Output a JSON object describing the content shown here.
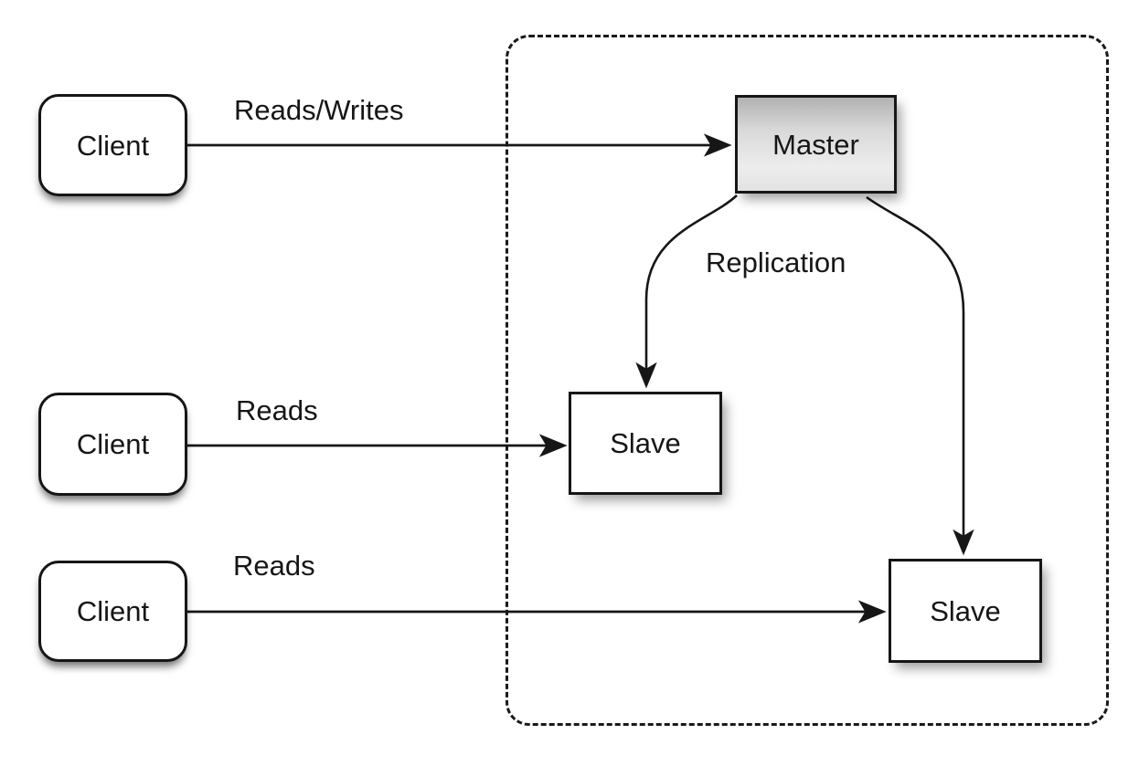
{
  "diagram": {
    "cluster": {
      "description": "dashed replication cluster boundary"
    },
    "nodes": {
      "clients": [
        {
          "label": "Client"
        },
        {
          "label": "Client"
        },
        {
          "label": "Client"
        }
      ],
      "master": {
        "label": "Master"
      },
      "slaves": [
        {
          "label": "Slave"
        },
        {
          "label": "Slave"
        }
      ]
    },
    "edges": {
      "client1_to_master": {
        "label": "Reads/Writes"
      },
      "client2_to_slave1": {
        "label": "Reads"
      },
      "client3_to_slave2": {
        "label": "Reads"
      },
      "replication": {
        "label": "Replication"
      }
    },
    "colors": {
      "line": "#161616",
      "node_border": "#161616",
      "node_fill": "#ffffff",
      "master_fill_top": "#b2b2b2",
      "master_fill_bottom": "#e2e2e2",
      "background": "#ffffff"
    }
  }
}
